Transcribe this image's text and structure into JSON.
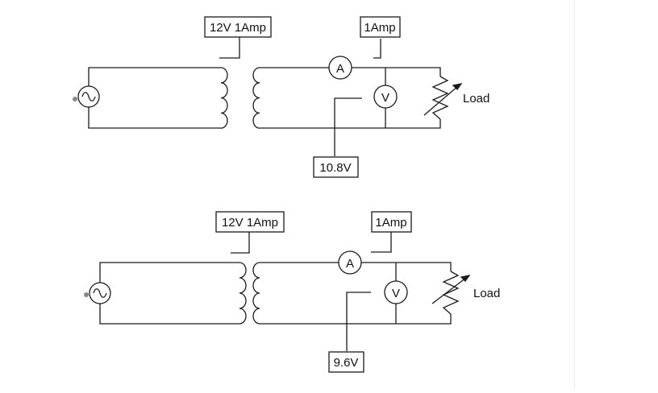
{
  "colors": {
    "line": "#1a1a1a",
    "background": "#ffffff",
    "panel_border": "#ececec"
  },
  "circuits": [
    {
      "supply_label": "12V 1Amp",
      "current_label": "1Amp",
      "voltage_reading": "10.8V",
      "ammeter_symbol": "A",
      "voltmeter_symbol": "V",
      "load_label": "Load"
    },
    {
      "supply_label": "12V 1Amp",
      "current_label": "1Amp",
      "voltage_reading": "9.6V",
      "ammeter_symbol": "A",
      "voltmeter_symbol": "V",
      "load_label": "Load"
    }
  ]
}
